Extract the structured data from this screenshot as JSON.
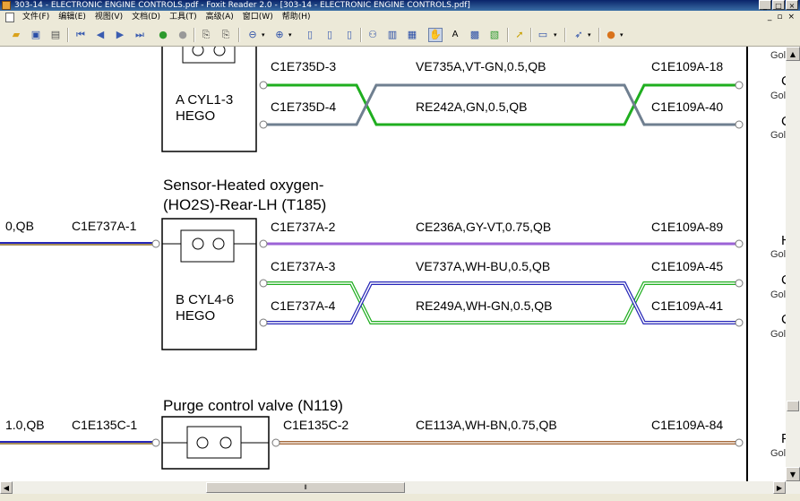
{
  "window": {
    "title": "303-14 - ELECTRONIC ENGINE CONTROLS.pdf - Foxit Reader 2.0 - [303-14 - ELECTRONIC ENGINE CONTROLS.pdf]"
  },
  "menu": [
    "文件(F)",
    "编辑(E)",
    "视图(V)",
    "文档(D)",
    "工具(T)",
    "高级(A)",
    "窗口(W)",
    "帮助(H)"
  ],
  "diagram": {
    "hego_a": {
      "line1": "A CYL1-3",
      "line2": "HEGO"
    },
    "sensor_title": {
      "line1": "Sensor-Heated oxygen-",
      "line2": "(HO2S)-Rear-LH (T185)"
    },
    "hego_b": {
      "line1": "B CYL4-6",
      "line2": "HEGO"
    },
    "purge_title": "Purge control valve (N119)",
    "row1": {
      "from": "C1E735D-3",
      "wire": "VE735A,VT-GN,0.5,QB",
      "to": "C1E109A-18"
    },
    "row2": {
      "from": "C1E735D-4",
      "wire": "RE242A,GN,0.5,QB",
      "to": "C1E109A-40"
    },
    "row3": {
      "left_wire": "0,QB",
      "left_pin": "C1E737A-1",
      "from": "C1E737A-2",
      "wire": "CE236A,GY-VT,0.75,QB",
      "to": "C1E109A-89"
    },
    "row4": {
      "from": "C1E737A-3",
      "wire": "VE737A,WH-BU,0.5,QB",
      "to": "C1E109A-45"
    },
    "row5": {
      "from": "C1E737A-4",
      "wire": "RE249A,WH-GN,0.5,QB",
      "to": "C1E109A-41"
    },
    "row6": {
      "left_wire": "1.0,QB",
      "left_pin": "C1E135C-1",
      "from": "C1E135C-2",
      "wire": "CE113A,WH-BN,0.75,QB",
      "to": "C1E109A-84"
    },
    "right_col": {
      "gold0": "Gol",
      "c1": "C",
      "gold1": "Gol",
      "c2": "C",
      "gold2": "Gol",
      "h3": "H",
      "gold3": "Gol",
      "c4": "C",
      "gold4": "Gol",
      "c5": "C",
      "gold5": "Gol",
      "f6": "F",
      "gold6": "Gol"
    }
  },
  "colors": {
    "green": "#1fae1f",
    "gray": "#6f7f90",
    "violet": "#9b62d6",
    "blue": "#2626b8",
    "brown": "#a4693a"
  }
}
